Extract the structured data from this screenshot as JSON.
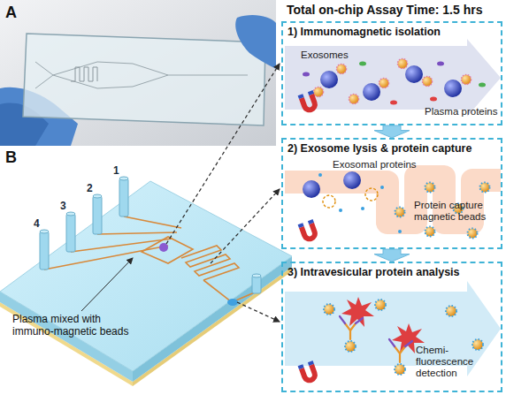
{
  "diagram": {
    "title": "Total on-chip Assay Time: 1.5 hrs",
    "nodes": [
      {
        "text": [
          "1) Immunomagnetic isolation",
          "Exosomes",
          "Plasma proteins"
        ]
      },
      {
        "text": [
          "2) Exosome lysis & protein capture",
          "Exosomal proteins",
          "Protein capture magnetic beads"
        ]
      },
      {
        "text": [
          "3) Intravesicular protein analysis",
          "Chemi-fluorescence detection"
        ]
      }
    ],
    "edges": [
      {
        "from": 0,
        "to": 1,
        "arrow": "to"
      },
      {
        "from": 1,
        "to": 2,
        "arrow": "to"
      }
    ],
    "labels": [
      "A",
      "B",
      "4",
      "3",
      "2",
      "1",
      "Plasma mixed with immuno-magnetic beads"
    ]
  }
}
